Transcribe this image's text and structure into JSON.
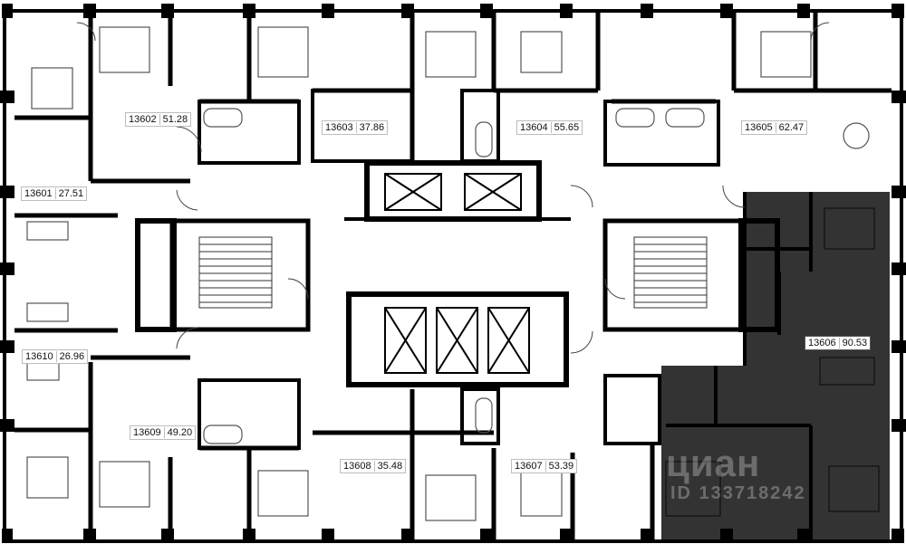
{
  "floor_plan": {
    "colors": {
      "wall": "#000000",
      "background": "#ffffff",
      "highlight_unit": "#333333",
      "fixture_line": "#555555"
    },
    "apartments": [
      {
        "id": "13601",
        "area": "27.51",
        "highlighted": false
      },
      {
        "id": "13602",
        "area": "51.28",
        "highlighted": false
      },
      {
        "id": "13603",
        "area": "37.86",
        "highlighted": false
      },
      {
        "id": "13604",
        "area": "55.65",
        "highlighted": false
      },
      {
        "id": "13605",
        "area": "62.47",
        "highlighted": false
      },
      {
        "id": "13606",
        "area": "90.53",
        "highlighted": true
      },
      {
        "id": "13607",
        "area": "53.39",
        "highlighted": false
      },
      {
        "id": "13608",
        "area": "35.48",
        "highlighted": false
      },
      {
        "id": "13609",
        "area": "49.20",
        "highlighted": false
      },
      {
        "id": "13610",
        "area": "26.96",
        "highlighted": false
      }
    ],
    "core": {
      "elevator_count": 5,
      "stair_count": 2
    },
    "watermark": {
      "logo": "циан",
      "listing_id": "ID 133718242"
    }
  }
}
